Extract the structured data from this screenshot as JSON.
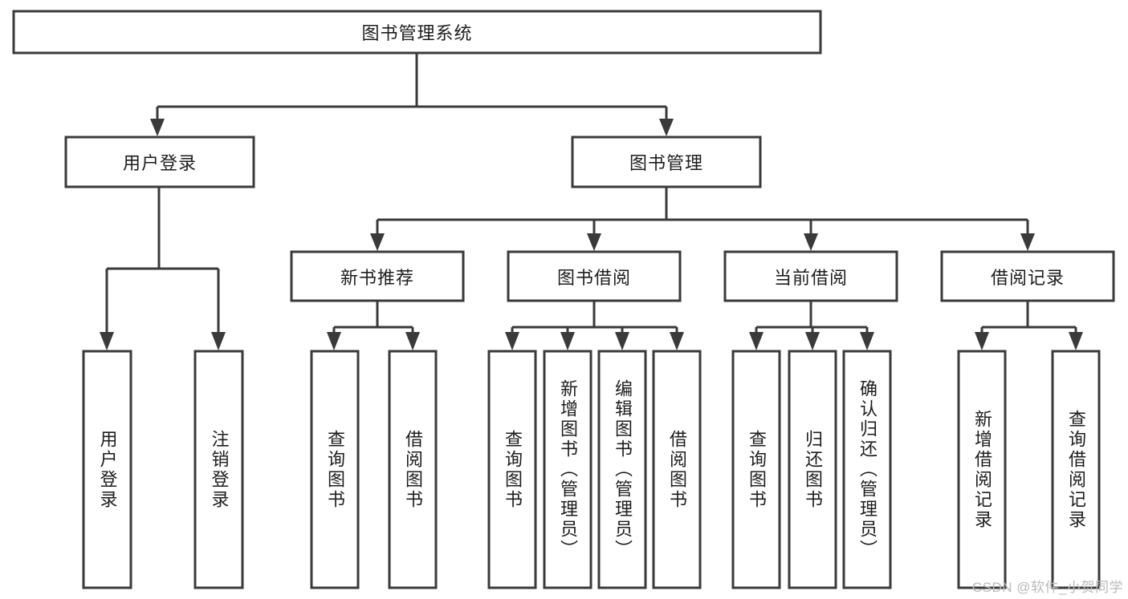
{
  "title": "图书管理系统",
  "watermark": "CSDN @软件_小贺同学",
  "theme": {
    "stroke": "#3a3a3a",
    "fill": "#ffffff",
    "text": "#1d1d1d",
    "watermark_color": "#b9b9b9",
    "background": "#ffffff"
  },
  "chart_data": {
    "type": "diagram",
    "diagram_type": "tree-hierarchy",
    "title": "图书管理系统",
    "orientation": "top-down",
    "levels": 4,
    "nodes": [
      {
        "id": "root",
        "label": "图书管理系统",
        "level": 0,
        "parent": null
      },
      {
        "id": "login",
        "label": "用户登录",
        "level": 1,
        "parent": "root"
      },
      {
        "id": "manage",
        "label": "图书管理",
        "level": 1,
        "parent": "root"
      },
      {
        "id": "newrec",
        "label": "新书推荐",
        "level": 2,
        "parent": "manage"
      },
      {
        "id": "borrow",
        "label": "图书借阅",
        "level": 2,
        "parent": "manage"
      },
      {
        "id": "curr",
        "label": "当前借阅",
        "level": 2,
        "parent": "manage"
      },
      {
        "id": "record",
        "label": "借阅记录",
        "level": 2,
        "parent": "manage"
      },
      {
        "id": "l1",
        "label": "用户登录",
        "level": 3,
        "parent": "login"
      },
      {
        "id": "l2",
        "label": "注销登录",
        "level": 3,
        "parent": "login"
      },
      {
        "id": "l3",
        "label": "查询图书",
        "level": 3,
        "parent": "newrec"
      },
      {
        "id": "l4",
        "label": "借阅图书",
        "level": 3,
        "parent": "newrec"
      },
      {
        "id": "l5",
        "label": "查询图书",
        "level": 3,
        "parent": "borrow"
      },
      {
        "id": "l6",
        "label": "新增图书（管理员）",
        "level": 3,
        "parent": "borrow"
      },
      {
        "id": "l7",
        "label": "编辑图书（管理员）",
        "level": 3,
        "parent": "borrow"
      },
      {
        "id": "l8",
        "label": "借阅图书",
        "level": 3,
        "parent": "borrow"
      },
      {
        "id": "l9",
        "label": "查询图书",
        "level": 3,
        "parent": "curr"
      },
      {
        "id": "l10",
        "label": "归还图书",
        "level": 3,
        "parent": "curr"
      },
      {
        "id": "l11",
        "label": "确认归还（管理员）",
        "level": 3,
        "parent": "curr"
      },
      {
        "id": "l12",
        "label": "新增借阅记录",
        "level": 3,
        "parent": "record"
      },
      {
        "id": "l13",
        "label": "查询借阅记录",
        "level": 3,
        "parent": "record"
      }
    ],
    "edges": [
      {
        "from": "root",
        "to": "login"
      },
      {
        "from": "root",
        "to": "manage"
      },
      {
        "from": "manage",
        "to": "newrec"
      },
      {
        "from": "manage",
        "to": "borrow"
      },
      {
        "from": "manage",
        "to": "curr"
      },
      {
        "from": "manage",
        "to": "record"
      },
      {
        "from": "login",
        "to": "l1"
      },
      {
        "from": "login",
        "to": "l2"
      },
      {
        "from": "newrec",
        "to": "l3"
      },
      {
        "from": "newrec",
        "to": "l4"
      },
      {
        "from": "borrow",
        "to": "l5"
      },
      {
        "from": "borrow",
        "to": "l6"
      },
      {
        "from": "borrow",
        "to": "l7"
      },
      {
        "from": "borrow",
        "to": "l8"
      },
      {
        "from": "curr",
        "to": "l9"
      },
      {
        "from": "curr",
        "to": "l10"
      },
      {
        "from": "curr",
        "to": "l11"
      },
      {
        "from": "record",
        "to": "l12"
      },
      {
        "from": "record",
        "to": "l13"
      }
    ]
  },
  "labels": {
    "root": "图书管理系统",
    "login": "用户登录",
    "manage": "图书管理",
    "newrec": "新书推荐",
    "borrow": "图书借阅",
    "curr": "当前借阅",
    "record": "借阅记录",
    "l1": "用户登录",
    "l2": "注销登录",
    "l3": "查询图书",
    "l4": "借阅图书",
    "l5": "查询图书",
    "l6": "新增图书（管理员）",
    "l7": "编辑图书（管理员）",
    "l8": "借阅图书",
    "l9": "查询图书",
    "l10": "归还图书",
    "l11": "确认归还（管理员）",
    "l12": "新增借阅记录",
    "l13": "查询借阅记录"
  }
}
